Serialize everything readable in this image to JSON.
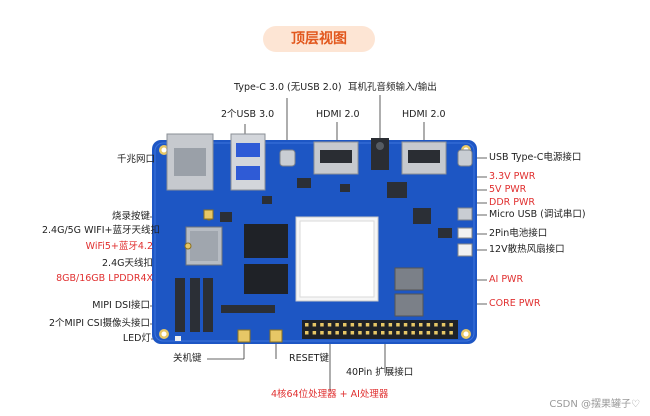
{
  "title": "顶层视图",
  "labels": {
    "typec": "Type-C 3.0 (无USB 2.0)",
    "earphone": "耳机孔音频输入/输出",
    "usb3": "2个USB 3.0",
    "hdmi_a": "HDMI 2.0",
    "hdmi_b": "HDMI 2.0",
    "gigabit": "千兆网口",
    "burn": "烧录按键",
    "wifi_antenna": "2.4G/5G WIFI+蓝牙天线扣",
    "wifi_bt": "WiFi5+蓝牙4.2",
    "antenna24": "2.4G天线扣",
    "lpddr": "8GB/16GB LPDDR4X",
    "mipi_dsi": "MIPI DSI接口",
    "mipi_csi": "2个MIPI CSI摄像头接口",
    "led": "LED灯",
    "power_key": "关机键",
    "reset": "RESET键",
    "gpio40": "40Pin 扩展接口",
    "soc": "4核64位处理器 + AI处理器",
    "usb_typec_power": "USB Type-C电源接口",
    "pwr33": "3.3V PWR",
    "pwr5": "5V PWR",
    "ddr_pwr": "DDR PWR",
    "micro_usb": "Micro USB (调试串口)",
    "battery": "2Pin电池接口",
    "fan": "12V散热风扇接口",
    "ai_pwr": "AI PWR",
    "core_pwr": "CORE PWR"
  },
  "watermark": "CSDN @摆果罐子♡",
  "colors": {
    "accent": "#e2581e",
    "red_label": "#e03030",
    "board": "#1d56c4",
    "title_bg": "#fde5d4"
  }
}
